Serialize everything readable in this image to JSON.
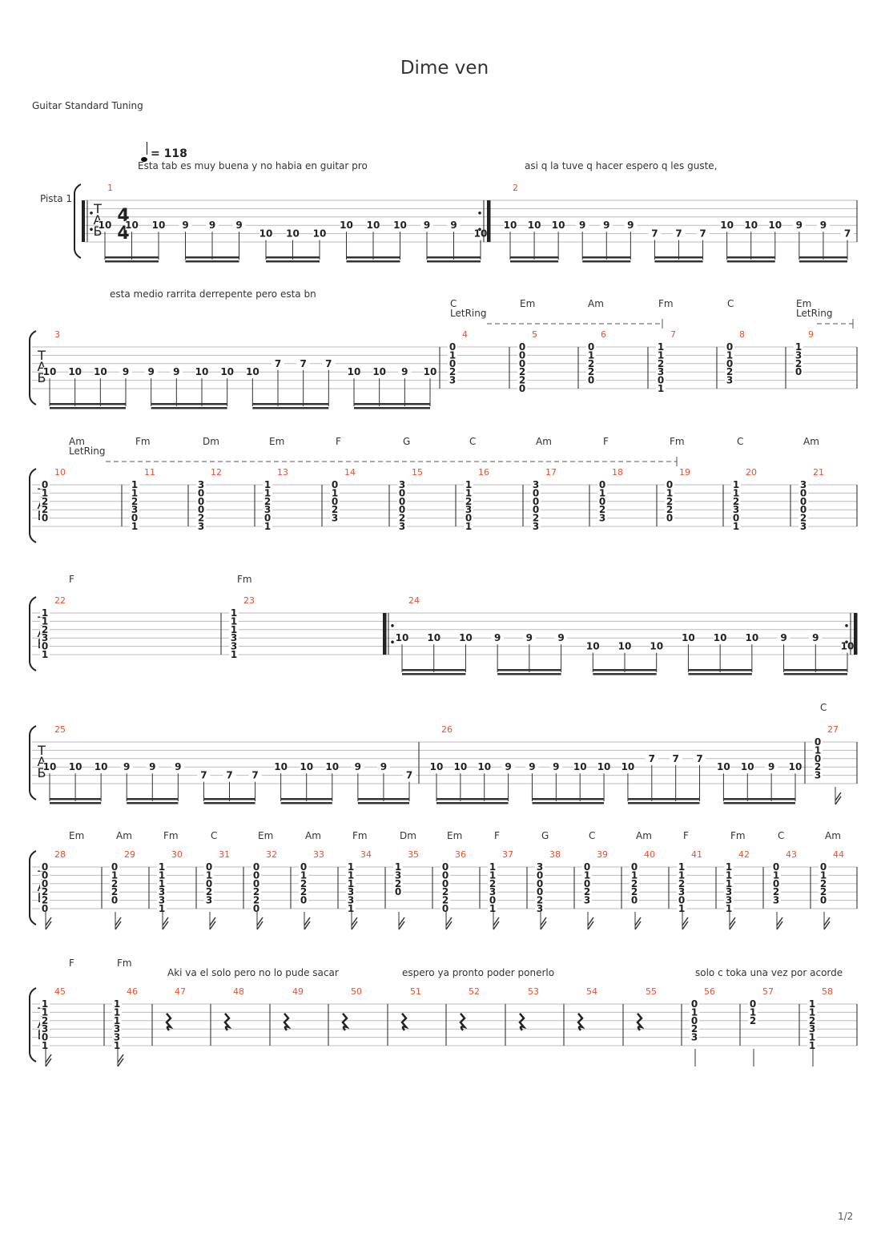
{
  "title": "Dime ven",
  "tuning": "Guitar Standard Tuning",
  "tempo": "= 118",
  "track_name": "Pista 1",
  "page_number": "1/2",
  "colors": {
    "measure_number": "#e8502d",
    "staff_line": "#bbbbbb",
    "ink": "#222222"
  },
  "annotations": [
    "Esta tab es muy buena y no habia en guitar pro",
    "asi q la tuve q hacer espero q les guste,",
    "esta medio rarrita derrepente pero esta bn",
    "Aki va el solo pero no lo pude sacar",
    "espero ya pronto poder ponerlo",
    "solo c toka una vez por acorde"
  ],
  "let_ring": "LetRing",
  "systems": [
    {
      "chords": [],
      "measures": [
        {
          "number": "1",
          "notes": [
            {
              "fret": "10",
              "string": 4
            },
            {
              "fret": "10",
              "string": 4
            },
            {
              "fret": "10",
              "string": 4
            },
            {
              "fret": "9",
              "string": 4
            },
            {
              "fret": "9",
              "string": 4
            },
            {
              "fret": "9",
              "string": 4
            },
            {
              "fret": "10",
              "string": 5
            },
            {
              "fret": "10",
              "string": 5
            },
            {
              "fret": "10",
              "string": 5
            },
            {
              "fret": "10",
              "string": 4
            },
            {
              "fret": "10",
              "string": 4
            },
            {
              "fret": "10",
              "string": 4
            },
            {
              "fret": "9",
              "string": 4
            },
            {
              "fret": "9",
              "string": 4
            },
            {
              "fret": "10",
              "string": 5
            }
          ]
        },
        {
          "number": "2",
          "notes": [
            {
              "fret": "10",
              "string": 4
            },
            {
              "fret": "10",
              "string": 4
            },
            {
              "fret": "10",
              "string": 4
            },
            {
              "fret": "9",
              "string": 4
            },
            {
              "fret": "9",
              "string": 4
            },
            {
              "fret": "9",
              "string": 4
            },
            {
              "fret": "7",
              "string": 5
            },
            {
              "fret": "7",
              "string": 5
            },
            {
              "fret": "7",
              "string": 5
            },
            {
              "fret": "10",
              "string": 4
            },
            {
              "fret": "10",
              "string": 4
            },
            {
              "fret": "10",
              "string": 4
            },
            {
              "fret": "9",
              "string": 4
            },
            {
              "fret": "9",
              "string": 4
            },
            {
              "fret": "7",
              "string": 5
            }
          ]
        }
      ]
    },
    {
      "chords": [
        "C",
        "Em",
        "Am",
        "Fm",
        "C",
        "Em"
      ],
      "measures": [
        {
          "number": "3",
          "notes": [
            {
              "fret": "10",
              "string": 4
            },
            {
              "fret": "10",
              "string": 4
            },
            {
              "fret": "10",
              "string": 4
            },
            {
              "fret": "9",
              "string": 4
            },
            {
              "fret": "9",
              "string": 4
            },
            {
              "fret": "9",
              "string": 4
            },
            {
              "fret": "10",
              "string": 4
            },
            {
              "fret": "10",
              "string": 4
            },
            {
              "fret": "10",
              "string": 4
            },
            {
              "fret": "7",
              "string": 3
            },
            {
              "fret": "7",
              "string": 3
            },
            {
              "fret": "7",
              "string": 3
            },
            {
              "fret": "10",
              "string": 4
            },
            {
              "fret": "10",
              "string": 4
            },
            {
              "fret": "9",
              "string": 4
            },
            {
              "fret": "10",
              "string": 4
            }
          ]
        },
        {
          "number": "4",
          "chord": [
            "0",
            "1",
            "0",
            "2",
            "3",
            ""
          ]
        },
        {
          "number": "5",
          "chord": [
            "0",
            "0",
            "0",
            "2",
            "2",
            "0"
          ]
        },
        {
          "number": "6",
          "chord": [
            "0",
            "1",
            "2",
            "2",
            "0",
            ""
          ]
        },
        {
          "number": "7",
          "chord": [
            "1",
            "1",
            "2",
            "3",
            "0",
            "1"
          ]
        },
        {
          "number": "8",
          "chord": [
            "0",
            "1",
            "0",
            "2",
            "3",
            ""
          ]
        },
        {
          "number": "9",
          "chord": [
            "1",
            "3",
            "2",
            "0",
            "",
            ""
          ]
        }
      ]
    },
    {
      "chords": [
        "Am",
        "Fm",
        "Dm",
        "Em",
        "F",
        "G",
        "C",
        "Am",
        "F",
        "Fm",
        "C",
        "Am"
      ],
      "measures": [
        {
          "number": "10",
          "chord": [
            "0",
            "1",
            "2",
            "2",
            "0",
            ""
          ]
        },
        {
          "number": "11",
          "chord": [
            "1",
            "1",
            "2",
            "3",
            "0",
            "1"
          ]
        },
        {
          "number": "12",
          "chord": [
            "3",
            "0",
            "0",
            "0",
            "2",
            "3"
          ]
        },
        {
          "number": "13",
          "chord": [
            "1",
            "1",
            "2",
            "3",
            "0",
            "1"
          ]
        },
        {
          "number": "14",
          "chord": [
            "0",
            "1",
            "0",
            "2",
            "3",
            ""
          ]
        },
        {
          "number": "15",
          "chord": [
            "3",
            "0",
            "0",
            "0",
            "2",
            "3"
          ]
        },
        {
          "number": "16",
          "chord": [
            "1",
            "1",
            "2",
            "3",
            "0",
            "1"
          ]
        },
        {
          "number": "17",
          "chord": [
            "3",
            "0",
            "0",
            "0",
            "2",
            "3"
          ]
        },
        {
          "number": "18",
          "chord": [
            "0",
            "1",
            "0",
            "2",
            "3",
            ""
          ]
        },
        {
          "number": "19",
          "chord": [
            "0",
            "1",
            "2",
            "2",
            "0",
            ""
          ]
        },
        {
          "number": "20",
          "chord": [
            "1",
            "1",
            "2",
            "3",
            "0",
            "1"
          ]
        },
        {
          "number": "21",
          "chord": [
            "3",
            "0",
            "0",
            "0",
            "2",
            "3"
          ]
        }
      ]
    },
    {
      "chords": [
        "F",
        "Fm"
      ],
      "measures": [
        {
          "number": "22",
          "chord": [
            "1",
            "1",
            "2",
            "3",
            "0",
            "1"
          ]
        },
        {
          "number": "23",
          "chord": [
            "1",
            "1",
            "1",
            "3",
            "3",
            "1"
          ]
        },
        {
          "number": "24",
          "notes": [
            {
              "fret": "10",
              "string": 4
            },
            {
              "fret": "10",
              "string": 4
            },
            {
              "fret": "10",
              "string": 4
            },
            {
              "fret": "9",
              "string": 4
            },
            {
              "fret": "9",
              "string": 4
            },
            {
              "fret": "9",
              "string": 4
            },
            {
              "fret": "10",
              "string": 5
            },
            {
              "fret": "10",
              "string": 5
            },
            {
              "fret": "10",
              "string": 5
            },
            {
              "fret": "10",
              "string": 4
            },
            {
              "fret": "10",
              "string": 4
            },
            {
              "fret": "10",
              "string": 4
            },
            {
              "fret": "9",
              "string": 4
            },
            {
              "fret": "9",
              "string": 4
            },
            {
              "fret": "10",
              "string": 5
            }
          ]
        }
      ]
    },
    {
      "chords": [
        "C"
      ],
      "measures": [
        {
          "number": "25",
          "notes": [
            {
              "fret": "10",
              "string": 4
            },
            {
              "fret": "10",
              "string": 4
            },
            {
              "fret": "10",
              "string": 4
            },
            {
              "fret": "9",
              "string": 4
            },
            {
              "fret": "9",
              "string": 4
            },
            {
              "fret": "9",
              "string": 4
            },
            {
              "fret": "7",
              "string": 5
            },
            {
              "fret": "7",
              "string": 5
            },
            {
              "fret": "7",
              "string": 5
            },
            {
              "fret": "10",
              "string": 4
            },
            {
              "fret": "10",
              "string": 4
            },
            {
              "fret": "10",
              "string": 4
            },
            {
              "fret": "9",
              "string": 4
            },
            {
              "fret": "9",
              "string": 4
            },
            {
              "fret": "7",
              "string": 5
            }
          ]
        },
        {
          "number": "26",
          "notes": [
            {
              "fret": "10",
              "string": 4
            },
            {
              "fret": "10",
              "string": 4
            },
            {
              "fret": "10",
              "string": 4
            },
            {
              "fret": "9",
              "string": 4
            },
            {
              "fret": "9",
              "string": 4
            },
            {
              "fret": "9",
              "string": 4
            },
            {
              "fret": "10",
              "string": 4
            },
            {
              "fret": "10",
              "string": 4
            },
            {
              "fret": "10",
              "string": 4
            },
            {
              "fret": "7",
              "string": 3
            },
            {
              "fret": "7",
              "string": 3
            },
            {
              "fret": "7",
              "string": 3
            },
            {
              "fret": "10",
              "string": 4
            },
            {
              "fret": "10",
              "string": 4
            },
            {
              "fret": "9",
              "string": 4
            },
            {
              "fret": "10",
              "string": 4
            }
          ]
        },
        {
          "number": "27",
          "chord": [
            "0",
            "1",
            "0",
            "2",
            "3",
            ""
          ]
        }
      ]
    },
    {
      "chords": [
        "Em",
        "Am",
        "Fm",
        "C",
        "Em",
        "Am",
        "Fm",
        "Dm",
        "Em",
        "F",
        "G",
        "C",
        "Am",
        "F",
        "Fm",
        "C",
        "Am"
      ],
      "measures": [
        {
          "number": "28",
          "chord": [
            "0",
            "0",
            "0",
            "2",
            "2",
            "0"
          ]
        },
        {
          "number": "29",
          "chord": [
            "0",
            "1",
            "2",
            "2",
            "0",
            ""
          ]
        },
        {
          "number": "30",
          "chord": [
            "1",
            "1",
            "1",
            "3",
            "3",
            "1"
          ]
        },
        {
          "number": "31",
          "chord": [
            "0",
            "1",
            "0",
            "2",
            "3",
            ""
          ]
        },
        {
          "number": "32",
          "chord": [
            "0",
            "0",
            "0",
            "2",
            "2",
            "0"
          ]
        },
        {
          "number": "33",
          "chord": [
            "0",
            "1",
            "2",
            "2",
            "0",
            ""
          ]
        },
        {
          "number": "34",
          "chord": [
            "1",
            "1",
            "1",
            "3",
            "3",
            "1"
          ]
        },
        {
          "number": "35",
          "chord": [
            "1",
            "3",
            "2",
            "0",
            "",
            ""
          ]
        },
        {
          "number": "36",
          "chord": [
            "0",
            "0",
            "0",
            "2",
            "2",
            "0"
          ]
        },
        {
          "number": "37",
          "chord": [
            "1",
            "1",
            "2",
            "3",
            "0",
            "1"
          ]
        },
        {
          "number": "38",
          "chord": [
            "3",
            "0",
            "0",
            "0",
            "2",
            "3"
          ]
        },
        {
          "number": "39",
          "chord": [
            "0",
            "1",
            "0",
            "2",
            "3",
            ""
          ]
        },
        {
          "number": "40",
          "chord": [
            "0",
            "1",
            "2",
            "2",
            "0",
            ""
          ]
        },
        {
          "number": "41",
          "chord": [
            "1",
            "1",
            "2",
            "3",
            "0",
            "1"
          ]
        },
        {
          "number": "42",
          "chord": [
            "1",
            "1",
            "1",
            "3",
            "3",
            "1"
          ]
        },
        {
          "number": "43",
          "chord": [
            "0",
            "1",
            "0",
            "2",
            "3",
            ""
          ]
        },
        {
          "number": "44",
          "chord": [
            "0",
            "1",
            "2",
            "2",
            "0",
            ""
          ]
        }
      ]
    },
    {
      "chords": [
        "F",
        "Fm"
      ],
      "measures": [
        {
          "number": "45",
          "chord": [
            "1",
            "1",
            "2",
            "3",
            "0",
            "1"
          ]
        },
        {
          "number": "46",
          "chord": [
            "1",
            "1",
            "1",
            "3",
            "3",
            "1"
          ]
        },
        {
          "number": "47",
          "rest": true
        },
        {
          "number": "48",
          "rest": true
        },
        {
          "number": "49",
          "rest": true
        },
        {
          "number": "50",
          "rest": true
        },
        {
          "number": "51",
          "rest": true
        },
        {
          "number": "52",
          "rest": true
        },
        {
          "number": "53",
          "rest": true
        },
        {
          "number": "54",
          "rest": true
        },
        {
          "number": "55",
          "rest": true
        },
        {
          "number": "56",
          "chord": [
            "0",
            "1",
            "0",
            "2",
            "3",
            ""
          ]
        },
        {
          "number": "57",
          "chord": [
            "0",
            "1",
            "2",
            "",
            "",
            ""
          ]
        },
        {
          "number": "58",
          "chord": [
            "1",
            "1",
            "2",
            "3",
            "1",
            "1"
          ]
        }
      ]
    }
  ]
}
